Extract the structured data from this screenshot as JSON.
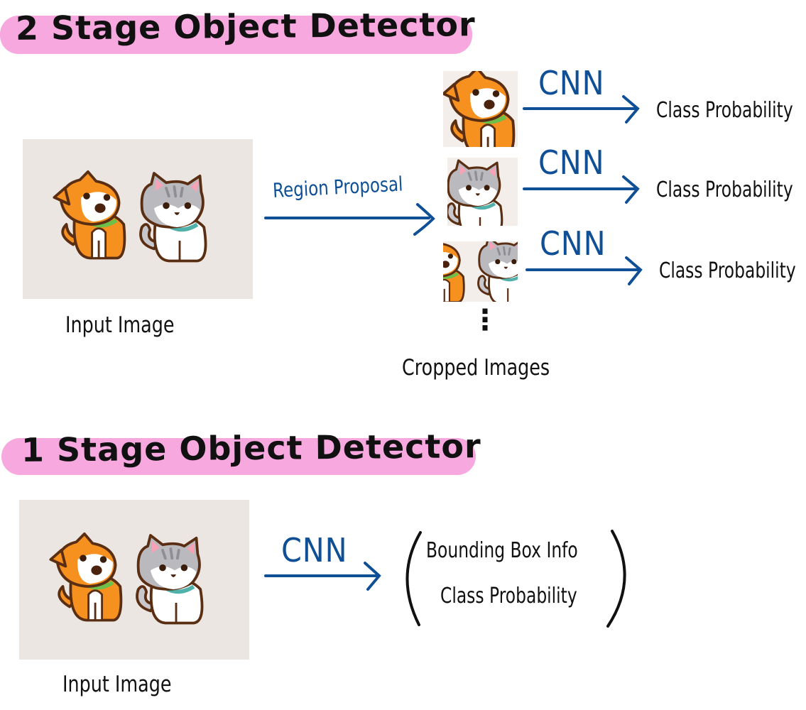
{
  "two_stage": {
    "title": "2 Stage Object Detector",
    "input_caption": "Input Image",
    "region_label": "Region Proposal",
    "cnn_labels": [
      "CNN",
      "CNN",
      "CNN"
    ],
    "outputs": [
      "Class Probability",
      "Class Probability",
      "Class Probability"
    ],
    "ellipsis": "⋮",
    "crops_caption": "Cropped Images"
  },
  "one_stage": {
    "title": "1 Stage Object Detector",
    "input_caption": "Input Image",
    "cnn_label": "CNN",
    "output_line1": "Bounding Box Info",
    "output_line2": "Class Probability"
  },
  "colors": {
    "title_highlight": "#f7a8df",
    "arrow_blue": "#0f4f96",
    "photo_bg": "#ece6e2",
    "dog_orange": "#f6901e",
    "cat_gray": "#b9b9be",
    "outline": "#5a2e12"
  }
}
